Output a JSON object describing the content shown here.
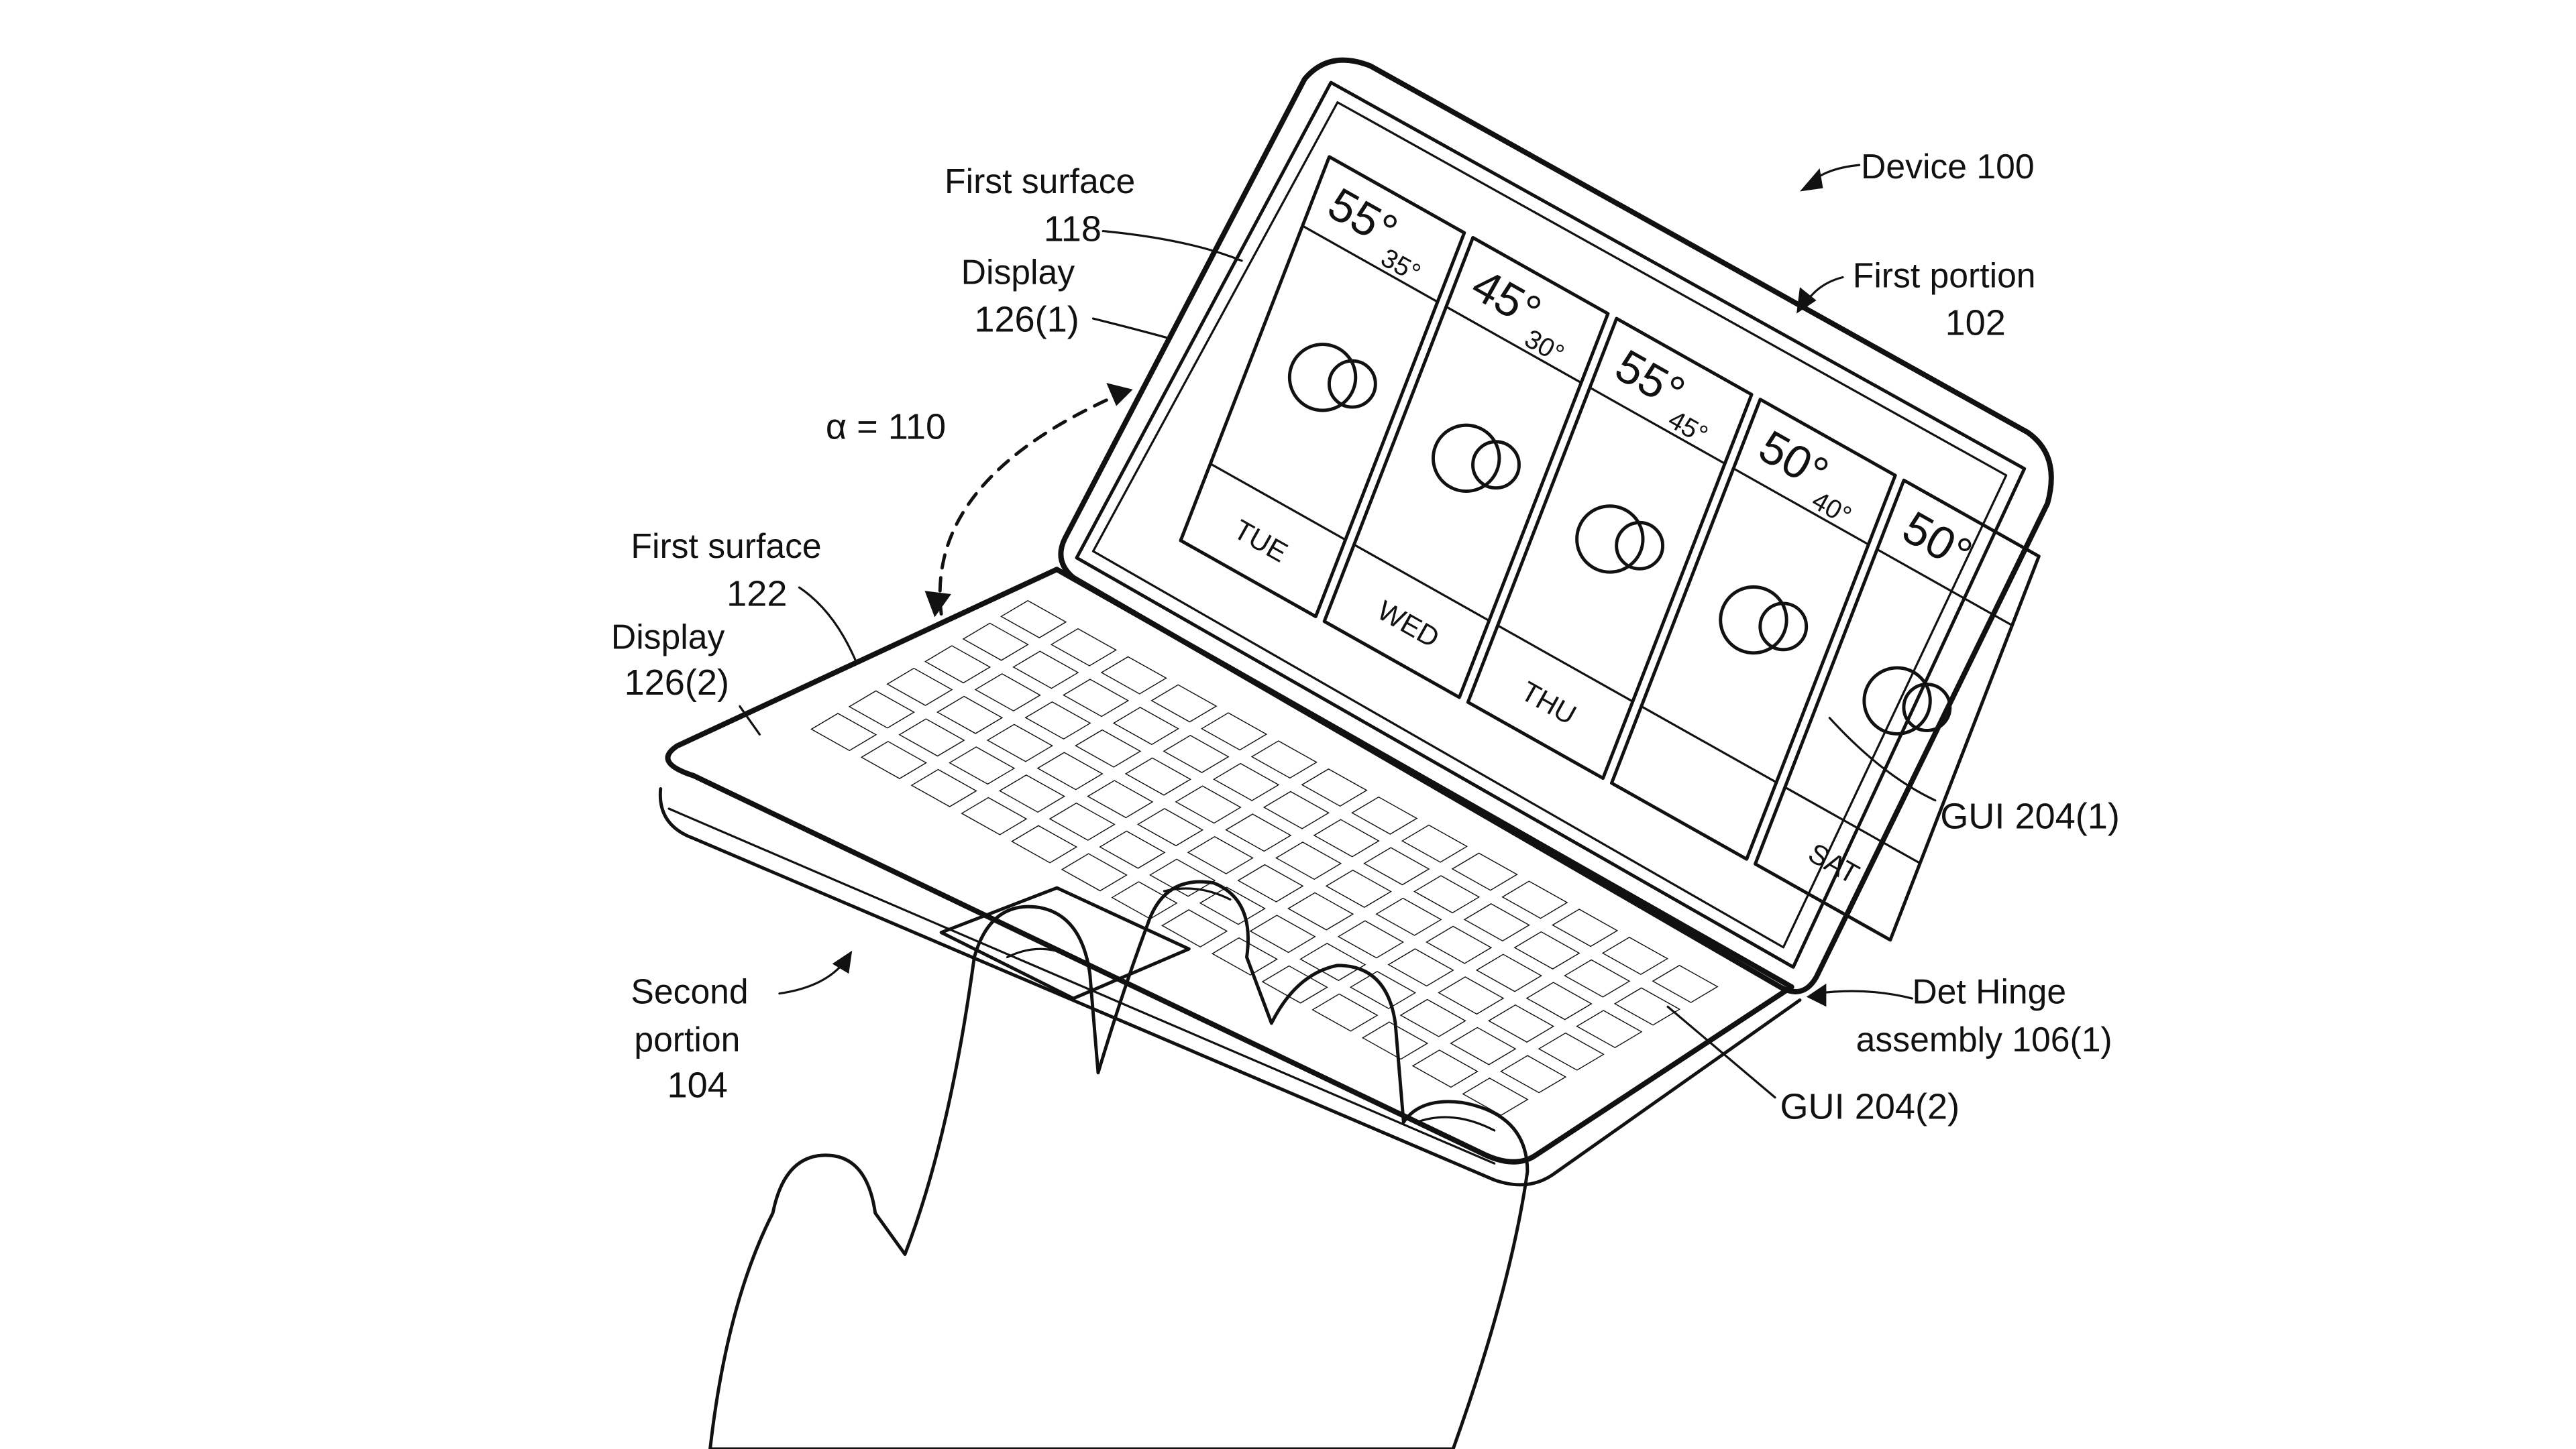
{
  "figure": {
    "labels": {
      "device": "Device 100",
      "first_portion": "First portion",
      "first_portion_num": "102",
      "first_surface_top": "First surface",
      "first_surface_top_num": "118",
      "display_top": "Display",
      "display_top_num": "126(1)",
      "alpha": "α = 110",
      "first_surface_bottom": "First surface",
      "first_surface_bottom_num": "122",
      "display_bottom": "Display",
      "display_bottom_num": "126(2)",
      "second_portion_1": "Second",
      "second_portion_2": "portion",
      "second_portion_num": "104",
      "hinge_1": "Det Hinge",
      "hinge_2": "assembly 106(1)",
      "gui_top": "GUI 204(1)",
      "gui_bottom": "GUI 204(2)"
    },
    "weather": [
      {
        "high": "55°",
        "low": "35°",
        "day": "TUE"
      },
      {
        "high": "45°",
        "low": "30°",
        "day": "WED"
      },
      {
        "high": "55°",
        "low": "45°",
        "day": "THU"
      },
      {
        "high": "50°",
        "low": "40°",
        "day": ""
      },
      {
        "high": "50°",
        "low": "",
        "day": "SAT"
      }
    ],
    "keyboard": {
      "rows": 6,
      "cols": 14
    },
    "colors": {
      "ink": "#111111",
      "paper": "#ffffff"
    }
  }
}
